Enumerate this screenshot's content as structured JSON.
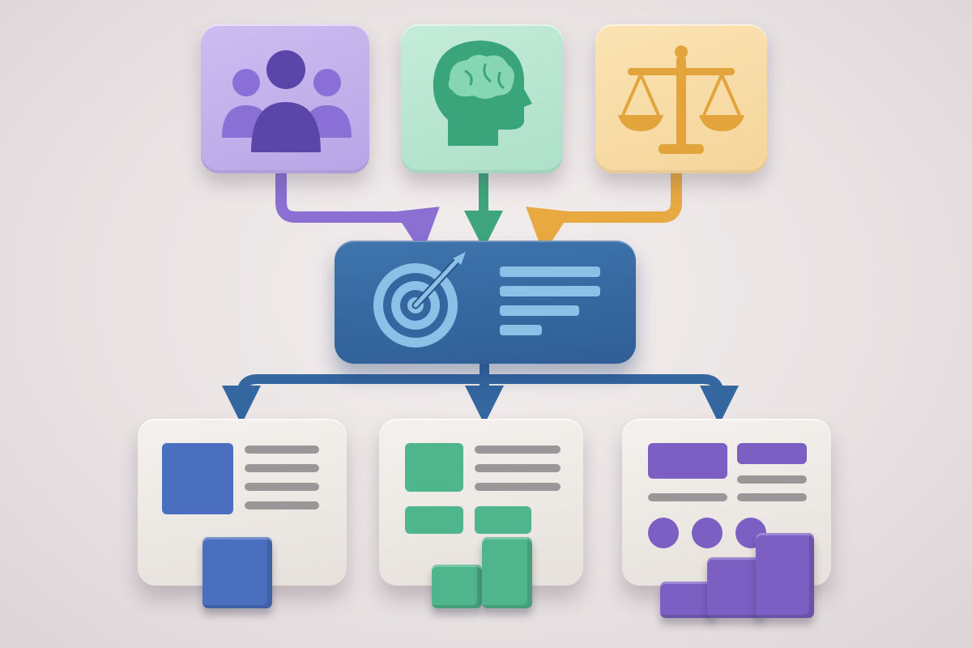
{
  "diagram": {
    "sources": [
      {
        "id": "people",
        "icon": "people-group-icon",
        "color": "#6a52b8"
      },
      {
        "id": "mind",
        "icon": "brain-head-icon",
        "color": "#3aa57a"
      },
      {
        "id": "justice",
        "icon": "scales-icon",
        "color": "#e3a43c"
      }
    ],
    "hub": {
      "icon": "target-arrow-icon",
      "color": "#3466a0"
    },
    "outputs": [
      {
        "id": "blue",
        "color": "#4a6fbe"
      },
      {
        "id": "green",
        "color": "#4fb58c"
      },
      {
        "id": "purple",
        "color": "#7b5fc2"
      }
    ]
  }
}
